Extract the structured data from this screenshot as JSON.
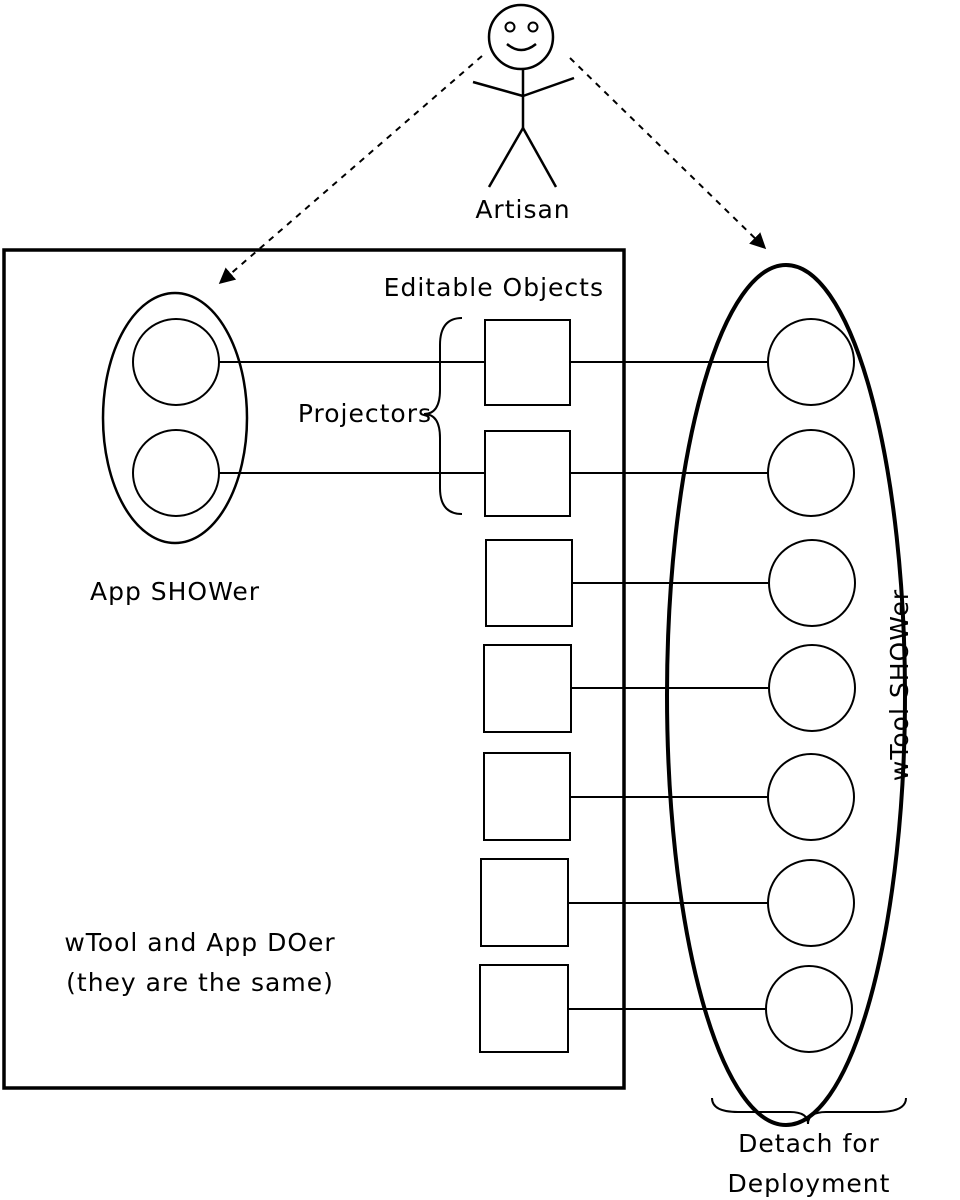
{
  "labels": {
    "actor": "Artisan",
    "editable_objects": "Editable Objects",
    "projectors": "Projectors",
    "app_shower": "App SHOWer",
    "wtool_shower": "wTool SHOWer",
    "doer_line1": "wTool and App DOer",
    "doer_line2": "(they are the same)",
    "detach_line1": "Detach for",
    "detach_line2": "Deployment"
  },
  "colors": {
    "ink": "#000000",
    "background": "#ffffff"
  }
}
